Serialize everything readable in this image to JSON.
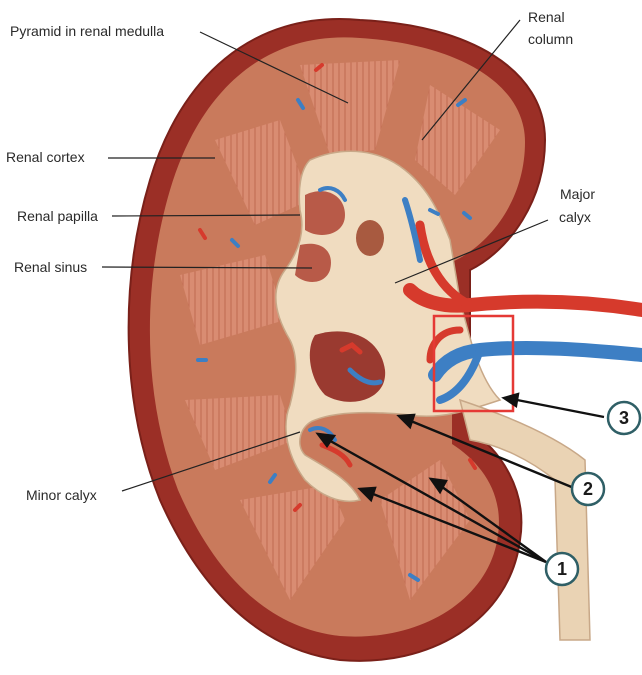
{
  "labels": {
    "pyramid": "Pyramid in renal medulla",
    "column_1": "Renal",
    "column_2": "column",
    "cortex": "Renal cortex",
    "papilla": "Renal papilla",
    "sinus": "Renal sinus",
    "major_1": "Major",
    "major_2": "calyx",
    "minor": "Minor calyx"
  },
  "markers": {
    "one": "1",
    "two": "2",
    "three": "3"
  },
  "colors": {
    "capsule": "#9b2f26",
    "cortex": "#c97a5c",
    "pyramid": "#d98c72",
    "sinus_fat": "#f0dcc0",
    "artery": "#d63a2c",
    "vein": "#3d7fc4",
    "highlight_box": "#e53935",
    "marker_ring": "#2f5f66"
  }
}
